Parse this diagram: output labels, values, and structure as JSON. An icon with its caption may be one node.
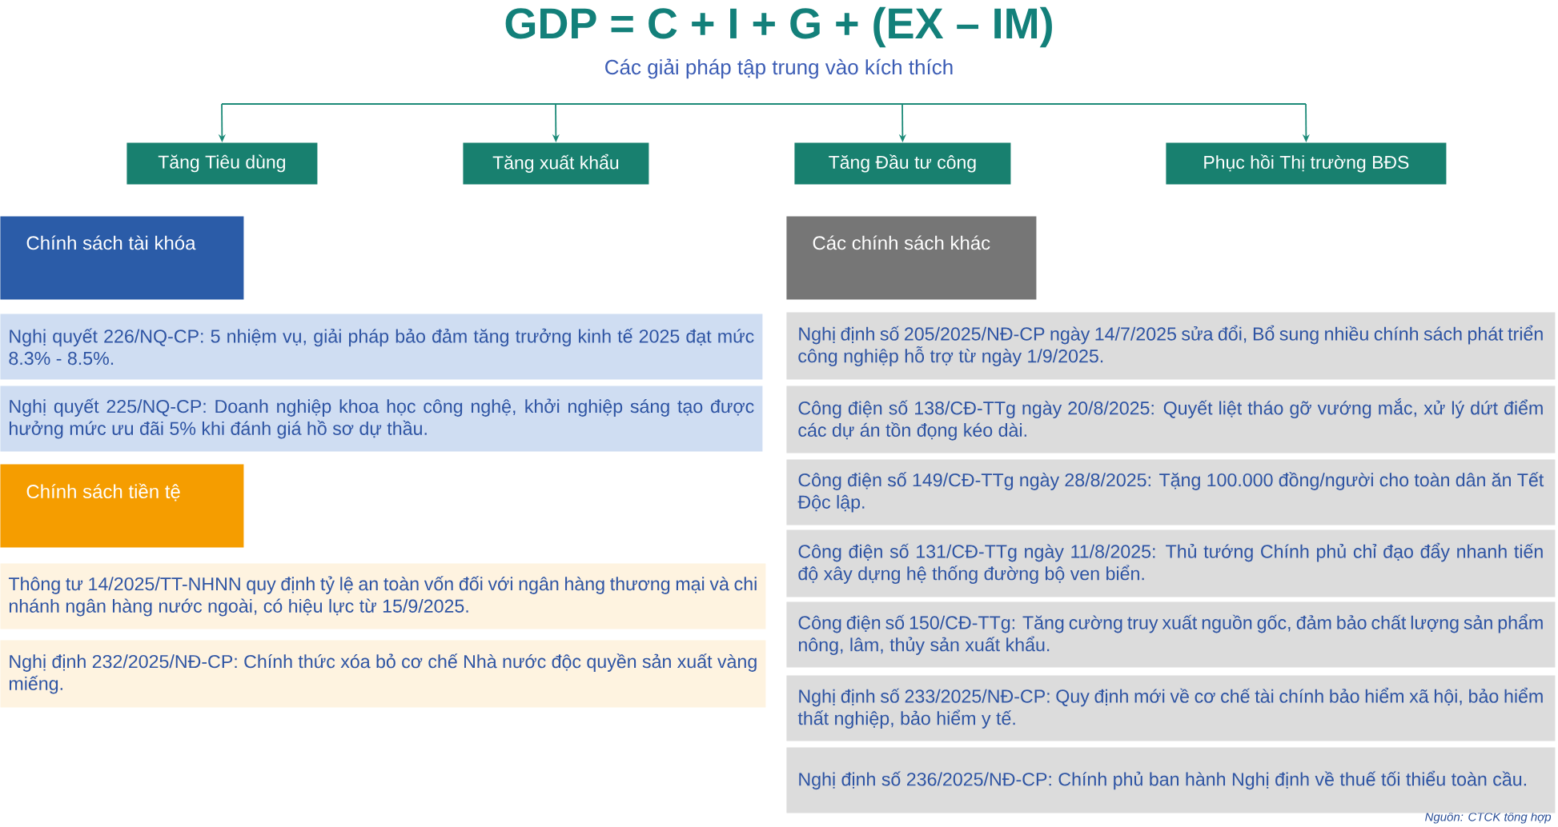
{
  "diagram": {
    "title": "GDP = C + I + G + (EX – IM)",
    "nodes": [
      {
        "text": [
          "Tăng Tiêu dùng"
        ]
      },
      {
        "text": [
          "Tăng xuất khẩu"
        ]
      },
      {
        "text": [
          "Tăng Đầu tư công"
        ]
      },
      {
        "text": [
          "Phục hồi Thị trường BĐS"
        ]
      },
      {
        "text": [
          "Chính sách tài khóa"
        ]
      },
      {
        "text": [
          "Nghị quyết 226/NQ-CP: 5 nhiệm vụ, giải pháp bảo đảm tăng trưởng kinh tế 2025 đạt mức 8.3% - 8.5%."
        ]
      },
      {
        "text": [
          "Nghị quyết 225/NQ-CP: Doanh nghiệp khoa học công nghệ, khởi nghiệp sáng tạo được hưởng mức ưu đãi 5% khi đánh giá hồ sơ dự thầu."
        ]
      },
      {
        "text": [
          "Chính sách tiền tệ"
        ]
      },
      {
        "text": [
          "Thông tư 14/2025/TT-NHNN quy định tỷ lệ an toàn vốn đối với ngân hàng thương mại và chi nhánh ngân hàng nước ngoài, có hiệu lực từ 15/9/2025."
        ]
      },
      {
        "text": [
          "Nghị định 232/2025/NĐ-CP: Chính thức xóa bỏ cơ chế Nhà nước độc quyền sản xuất vàng miếng."
        ]
      },
      {
        "text": [
          "Các chính sách khác"
        ]
      },
      {
        "text": [
          "Nghị định số 205/2025/NĐ-CP ngày 14/7/2025 sửa đổi, Bổ sung nhiều chính sách phát triển công nghiệp hỗ trợ từ ngày 1/9/2025."
        ]
      },
      {
        "text": [
          "Công điện số 138/CĐ-TTg ngày 20/8/2025: Quyết liệt tháo gỡ vướng mắc, xử lý dứt điểm các dự án tồn đọng kéo dài."
        ]
      },
      {
        "text": [
          "Công điện số 149/CĐ-TTg ngày 28/8/2025: Tặng 100.000 đồng/người cho toàn dân ăn Tết Độc lập."
        ]
      },
      {
        "text": [
          "Công điện số 131/CĐ-TTg ngày 11/8/2025: Thủ tướng Chính phủ chỉ đạo đẩy nhanh tiến độ xây dựng hệ thống đường bộ ven biển."
        ]
      },
      {
        "text": [
          "Công điện số 150/CĐ-TTg: Tăng cường truy xuất nguồn gốc, đảm bảo chất lượng sản phẩm nông, lâm, thủy sản xuất khẩu."
        ]
      },
      {
        "text": [
          "Nghị định số 233/2025/NĐ-CP: Quy định mới về cơ chế tài chính bảo hiểm xã hội, bảo hiểm thất nghiệp, bảo hiểm y tế."
        ]
      },
      {
        "text": [
          "Nghị định số 236/2025/NĐ-CP: Chính phủ ban hành Nghị định về thuế tối thiểu toàn cầu."
        ]
      }
    ],
    "edges": [
      {
        "from": null,
        "to": 0,
        "arrow": "to"
      },
      {
        "from": null,
        "to": 1,
        "arrow": "to"
      },
      {
        "from": null,
        "to": 2,
        "arrow": "to"
      },
      {
        "from": null,
        "to": 3,
        "arrow": "to"
      }
    ],
    "labels": [
      "Các giải pháp tập trung vào kích thích",
      "Nguồn: CTCK tổng hợp"
    ]
  }
}
